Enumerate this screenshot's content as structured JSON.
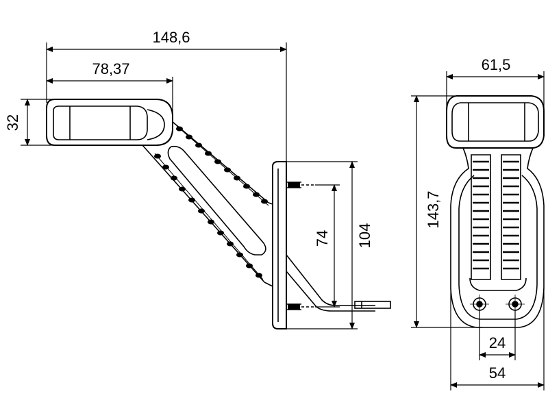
{
  "drawing": {
    "side_view": {
      "dimensions": {
        "overall_length": "148,6",
        "lamp_length": "78,37",
        "lamp_height": "32",
        "mount_hole_spacing": "74",
        "base_height": "104"
      }
    },
    "front_view": {
      "dimensions": {
        "lamp_width": "61,5",
        "overall_height": "143,7",
        "hole_spacing": "24",
        "base_width": "54"
      }
    }
  }
}
